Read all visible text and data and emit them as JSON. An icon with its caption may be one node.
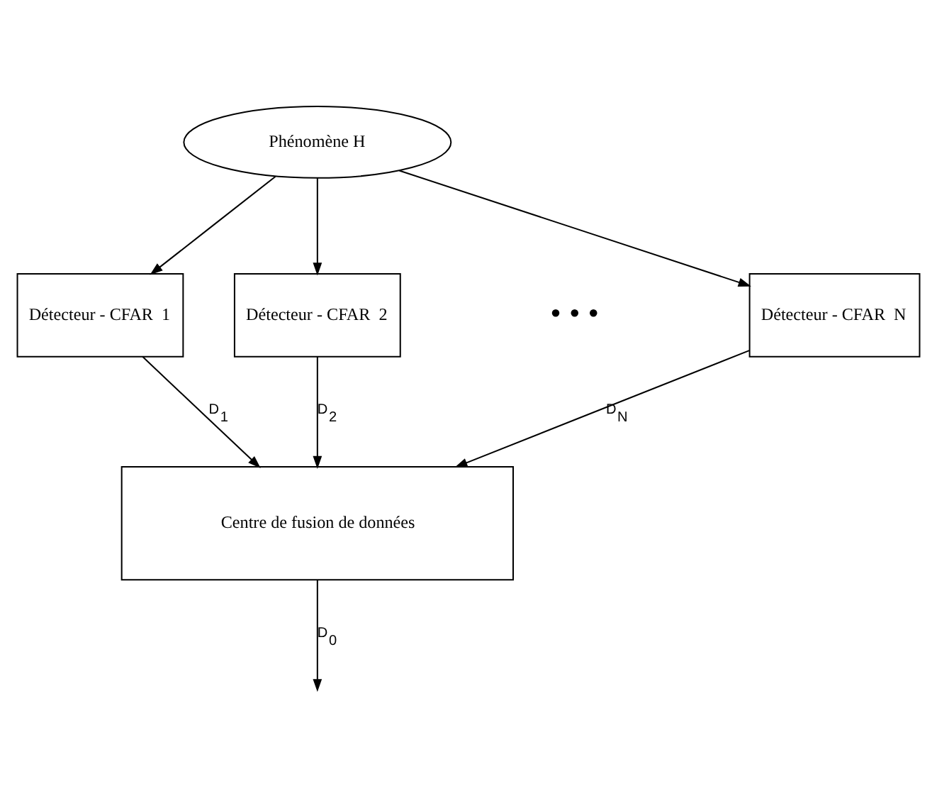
{
  "diagram": {
    "nodes": [
      {
        "text": [
          "Phénomène H"
        ]
      },
      {
        "text": [
          "Détecteur - CFAR  1"
        ]
      },
      {
        "text": [
          "Détecteur - CFAR  2"
        ]
      },
      {
        "text": [
          "Détecteur - CFAR  N"
        ]
      },
      {
        "text": [
          "Centre de fusion de données"
        ]
      }
    ],
    "edges": [
      {
        "from": 0,
        "to": 1,
        "arrow": "to"
      },
      {
        "from": 0,
        "to": 2,
        "arrow": "to"
      },
      {
        "from": 0,
        "to": 3,
        "arrow": "to"
      },
      {
        "from": 1,
        "to": 4,
        "arrow": "to",
        "label": "D$_{1}$"
      },
      {
        "from": 2,
        "to": 4,
        "arrow": "to",
        "label": "D$_{2}$"
      },
      {
        "from": 3,
        "to": 4,
        "arrow": "to",
        "label": "D$_{N}$"
      },
      {
        "from": 4,
        "to": null,
        "arrow": "to",
        "label": "D$_{0}$"
      }
    ],
    "labels": [
      "• • •"
    ]
  }
}
